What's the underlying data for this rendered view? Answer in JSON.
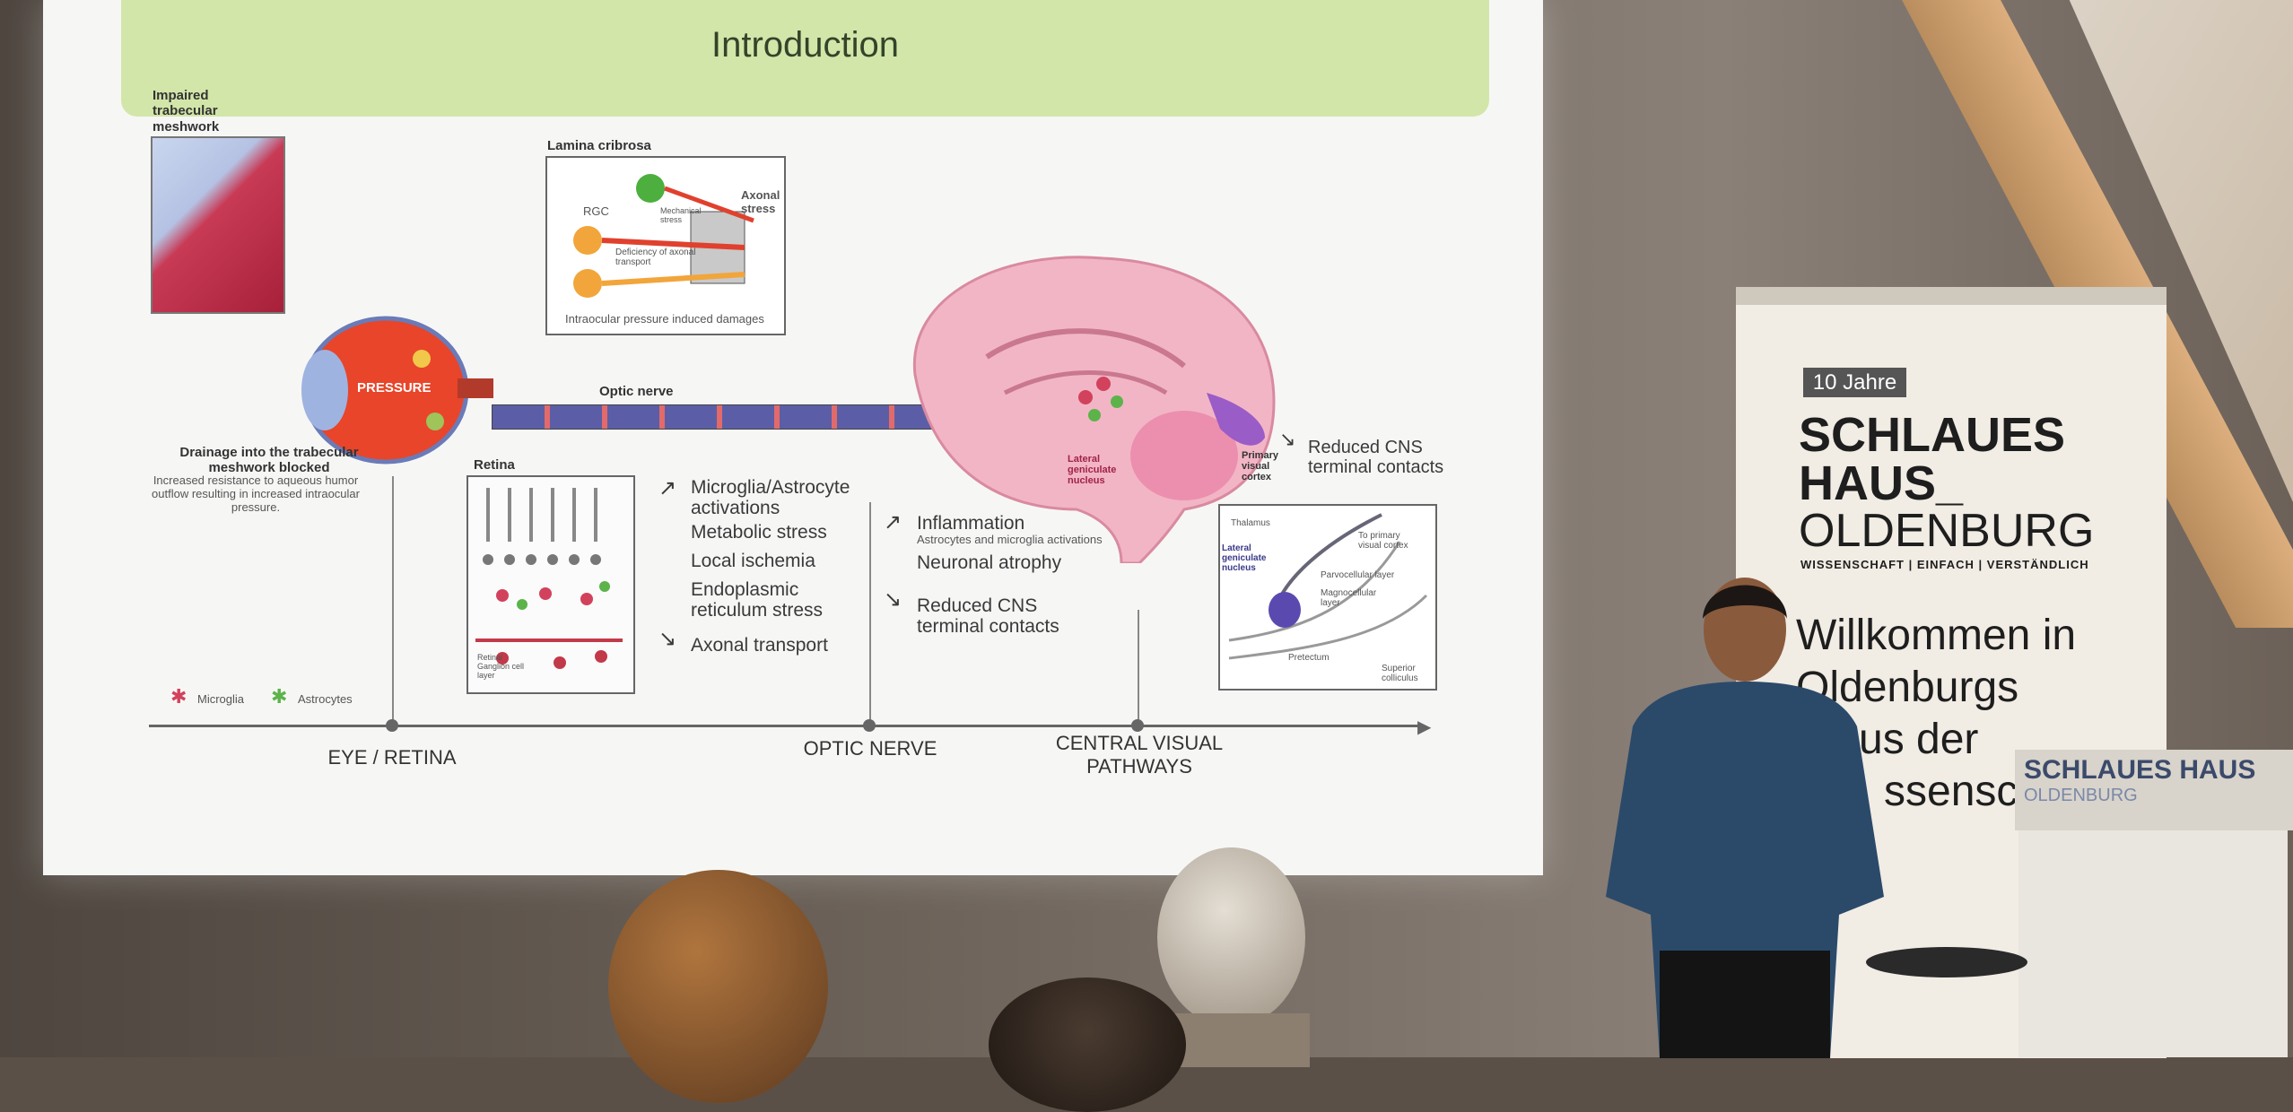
{
  "slide": {
    "title": "Introduction",
    "labels": {
      "impaired": "Impaired trabecular meshwork",
      "lamina": "Lamina cribrosa",
      "rgc": "RGC",
      "axonal_stress": "Axonal stress",
      "deficiency": "Deficiency of axonal transport",
      "mechanical": "Mechanical stress",
      "intraocular": "Intraocular pressure induced damages",
      "pressure": "PRESSURE",
      "optic_nerve": "Optic nerve",
      "drainage": "Drainage into the trabecular meshwork blocked",
      "drainage_desc": "Increased resistance to aqueous humor outflow resulting in increased intraocular pressure.",
      "retina": "Retina",
      "lgn": "Lateral geniculate nucleus",
      "visual_cortex": "Primary visual cortex",
      "reduced_top": "Reduced CNS terminal contacts",
      "thalamus": "Thalamus",
      "lgn2": "Lateral geniculate nucleus",
      "to_primary": "To primary visual cortex",
      "parvo": "Parvocellular layer",
      "magno": "Magnocellular layer",
      "pretectum": "Pretectum",
      "superior": "Superior colliculus",
      "retinal_ganglion": "Retinal Ganglion cell layer",
      "microglia": "Microglia",
      "astrocytes": "Astrocytes"
    },
    "retina_effects": [
      "Microglia/Astrocyte activations",
      "Metabolic stress",
      "Local ischemia",
      "Endoplasmic reticulum stress",
      "Axonal transport"
    ],
    "nerve_effects": {
      "inflammation": "Inflammation",
      "inflammation_sub": "Astrocytes and microglia activations",
      "atrophy": "Neuronal atrophy",
      "reduced": "Reduced CNS terminal contacts"
    },
    "axis": [
      "EYE / RETINA",
      "OPTIC NERVE",
      "CENTRAL VISUAL PATHWAYS"
    ]
  },
  "banner": {
    "badge": "10 Jahre",
    "line1": "SCHLAUES",
    "line2": "HAUS_",
    "line3": "OLDENBURG",
    "sub": "WISSENSCHAFT | EINFACH | VERSTÄNDLICH",
    "welcome": [
      "Willkommen in",
      "Oldenburgs",
      "us der",
      "ssenschaf"
    ]
  },
  "podium": {
    "label": "SCHLAUES HAUS",
    "sub": "OLDENBURG"
  },
  "colors": {
    "slide_bg": "#f6f7f5",
    "title_bar": "#d3e6a9",
    "brain_pink": "#f2b5c6",
    "eye_red": "#e8452a",
    "nerve_blue": "#5b5ea6",
    "cortex_purple": "#9a5cc6"
  }
}
